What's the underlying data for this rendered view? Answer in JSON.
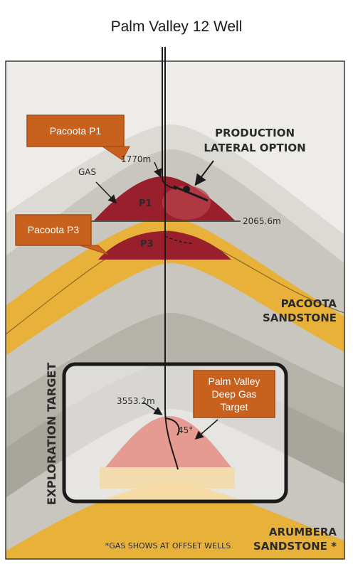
{
  "title": "Palm Valley 12 Well",
  "callouts": {
    "p1": "Pacoota P1",
    "p3": "Pacoota P3",
    "deep": [
      "Palm Valley",
      "Deep Gas",
      "Target"
    ]
  },
  "labels": {
    "depth_top": "1770m",
    "depth_owc": "2065.6m",
    "depth_deep": "3553.2m",
    "gas": "GAS",
    "p1": "P1",
    "p3": "P3",
    "angle": "45°",
    "production": [
      "PRODUCTION",
      "LATERAL OPTION"
    ],
    "pacoota": [
      "PACOOTA",
      "SANDSTONE"
    ],
    "arumbera": [
      "ARUMBERA",
      "SANDSTONE *"
    ],
    "exploration": "EXPLORATION TARGET",
    "footnote": "*GAS SHOWS AT OFFSET WELLS"
  },
  "colors": {
    "reservoir": "#9a1f2d",
    "sandstone": "#e8b13a",
    "callout": "#c8611d",
    "deep_target": "#e59a92"
  }
}
